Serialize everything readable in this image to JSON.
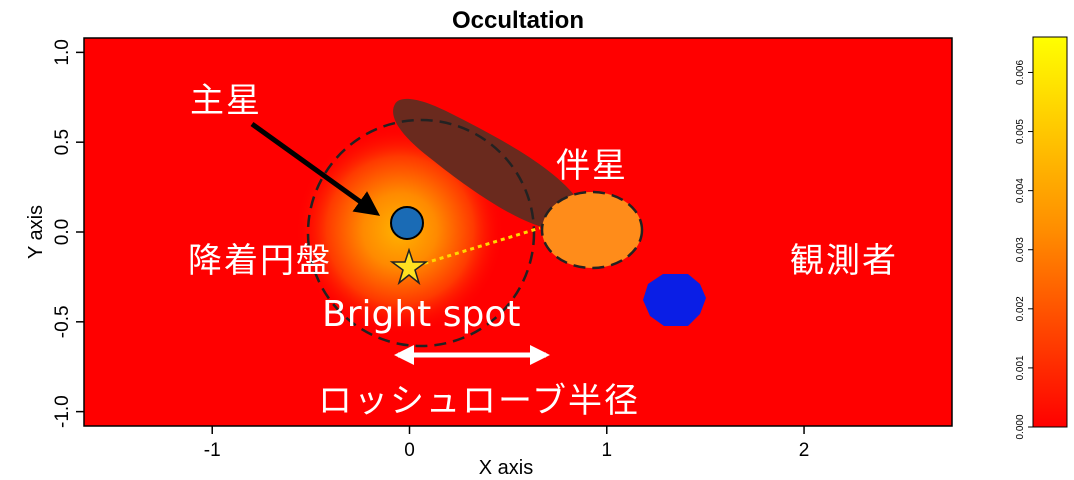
{
  "plot": {
    "title": "Occultation",
    "xlabel": "X axis",
    "ylabel": "Y axis",
    "x_ticks": [
      "-1",
      "0",
      "1",
      "2"
    ],
    "y_ticks": [
      "-1.0",
      "-0.5",
      "0.0",
      "0.5",
      "1.0"
    ],
    "xlim": [
      -1.65,
      2.75
    ],
    "ylim": [
      -1.08,
      1.08
    ],
    "background_color": "#ff0000"
  },
  "colorbar": {
    "ticks": [
      "0.000",
      "0.001",
      "0.002",
      "0.003",
      "0.004",
      "0.005",
      "0.006"
    ],
    "range": [
      0,
      0.0066
    ],
    "colors": [
      "#ff0000",
      "#ff8c00",
      "#ffff00"
    ]
  },
  "annotations": {
    "primary_star": "主星",
    "companion_star": "伴星",
    "accretion_disk": "降着円盤",
    "observer": "観測者",
    "bright_spot": "Bright spot",
    "roche_radius": "ロッシュローブ半径"
  },
  "colors": {
    "primary_star_fill": "#1a6bb5",
    "observer_fill": "#0a1ee6",
    "companion_fill": "#ff8c1a",
    "shadow_fill": "#6a2a1e",
    "star_marker": "#ffe020"
  }
}
